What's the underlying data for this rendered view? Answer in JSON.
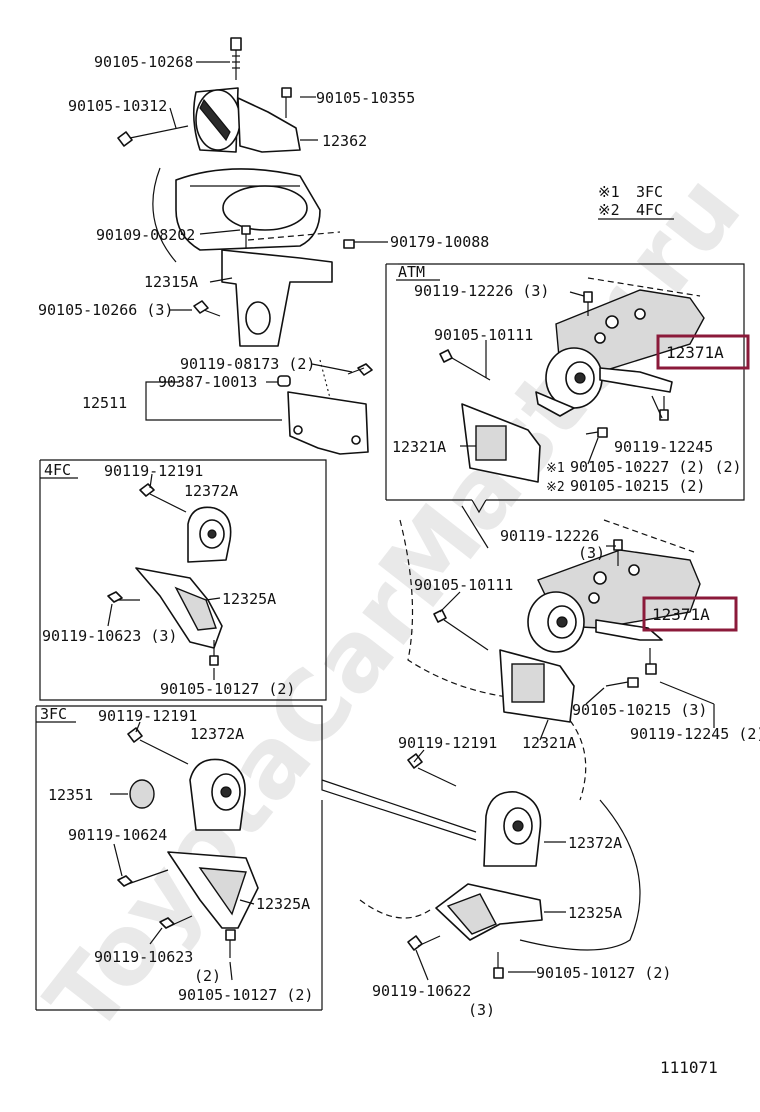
{
  "watermark": "ToyotaCarMaster.ru",
  "legend": {
    "line1_mark": "※1",
    "line1_text": "3FC",
    "line2_mark": "※2",
    "line2_text": "4FC"
  },
  "boxes": {
    "atm": "ATM",
    "fc4": "4FC",
    "fc3": "3FC"
  },
  "labels": {
    "p90105_10268": "90105-10268",
    "p90105_10312": "90105-10312",
    "p90105_10355": "90105-10355",
    "p12362": "12362",
    "p90109_08202": "90109-08202",
    "p90179_10088": "90179-10088",
    "p12315A": "12315A",
    "p90105_10266": "90105-10266 (3)",
    "p90119_08173": "90119-08173 (2)",
    "p90387_10013": "90387-10013",
    "p12511": "12511",
    "atm_90119_12226": "90119-12226 (3)",
    "atm_90105_10111": "90105-10111",
    "atm_12371A": "12371A",
    "atm_12321A": "12321A",
    "atm_90119_12245": "90119-12245",
    "atm_m1": "※1",
    "atm_90105_10227": "90105-10227 (2) (2)",
    "atm_m2": "※2",
    "atm_90105_10215": "90105-10215 (2)",
    "fc4_90119_12191": "90119-12191",
    "fc4_12372A": "12372A",
    "fc4_12325A": "12325A",
    "fc4_90119_10623": "90119-10623 (3)",
    "fc4_90105_10127": "90105-10127 (2)",
    "fc3_90119_12191": "90119-12191",
    "fc3_12372A": "12372A",
    "fc3_12351": "12351",
    "fc3_90119_10624": "90119-10624",
    "fc3_12325A": "12325A",
    "fc3_90119_10623": "90119-10623",
    "fc3_q2": "(2)",
    "fc3_90105_10127": "90105-10127 (2)",
    "mt_90119_12226": "90119-12226",
    "mt_q3": "(3)",
    "mt_90105_10111": "90105-10111",
    "mt_12371A": "12371A",
    "mt_12321A": "12321A",
    "mt_90105_10215": "90105-10215 (3)",
    "mt_90119_12245": "90119-12245 (2)",
    "mt_90119_12191": "90119-12191",
    "mt_12372A": "12372A",
    "mt_12325A": "12325A",
    "mt_90119_10622": "90119-10622",
    "mt_q3b": "(3)",
    "mt_90105_10127": "90105-10127 (2)"
  },
  "figure_number": "111071",
  "colors": {
    "highlight": "#8b1a3a",
    "ink": "#111111",
    "watermark": "#e9e9e9"
  }
}
